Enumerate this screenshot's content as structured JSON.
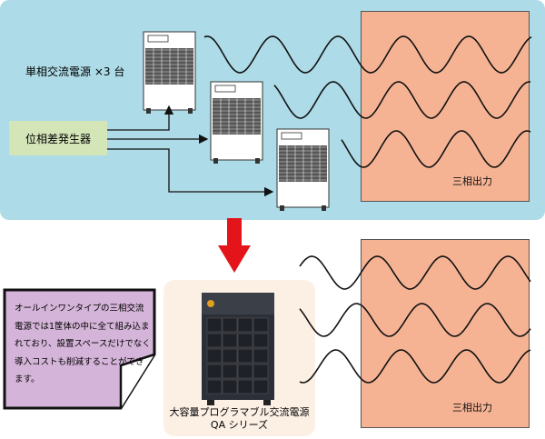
{
  "top": {
    "single_phase_label": "単相交流電源 ×3 台",
    "phase_generator_label": "位相差発生器",
    "output_label": "三相出力"
  },
  "bottom": {
    "note_text": "オールインワンタイプの三相交流電源では1筐体の中に全て組み込まれており、設置スペースだけでなく導入コストも削減することができます。",
    "product_line1": "大容量プログラマブル交流電源",
    "product_line2": "QA シリーズ",
    "output_label": "三相出力"
  },
  "colors": {
    "panel": "#addbe7",
    "output": "#f6b394",
    "generator": "#d4e5b8",
    "note": "#d4b4d8",
    "arrow": "#e3151b"
  }
}
